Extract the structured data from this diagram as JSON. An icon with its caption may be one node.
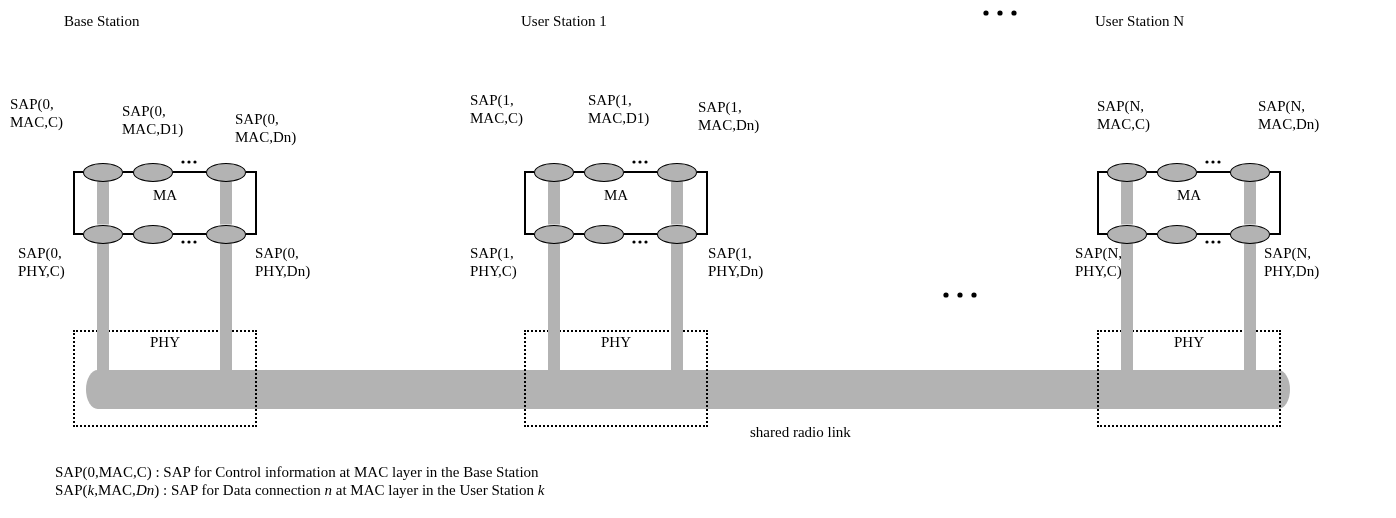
{
  "diagram": {
    "nodes": [
      {
        "text": [],
        "shape": "ellipse",
        "beside": [
          "SAP(0, MAC,C)"
        ]
      },
      {
        "text": [],
        "shape": "ellipse",
        "beside": [
          "SAP(0, MAC,D1)"
        ]
      },
      {
        "text": [],
        "shape": "ellipse",
        "beside": [
          "SAP(0, MAC,Dn)"
        ]
      },
      {
        "text": [],
        "shape": "ellipse",
        "beside": [
          "SAP(0, PHY,C)"
        ]
      },
      {
        "text": [],
        "shape": "ellipse"
      },
      {
        "text": [],
        "shape": "ellipse",
        "beside": [
          "SAP(0, PHY,Dn)"
        ]
      },
      {
        "text": [
          "PHY"
        ]
      },
      {
        "text": [],
        "shape": "ellipse",
        "beside": [
          "SAP(1, MAC,C)"
        ]
      },
      {
        "text": [],
        "shape": "ellipse",
        "beside": [
          "SAP(1, MAC,D1)"
        ]
      },
      {
        "text": [],
        "shape": "ellipse",
        "beside": [
          "SAP(1, MAC,Dn)"
        ]
      },
      {
        "text": [],
        "shape": "ellipse",
        "beside": [
          "SAP(1, PHY,C)"
        ]
      },
      {
        "text": [],
        "shape": "ellipse"
      },
      {
        "text": [],
        "shape": "ellipse",
        "beside": [
          "SAP(1, PHY,Dn)"
        ]
      },
      {
        "text": [
          "PHY"
        ]
      },
      {
        "text": [],
        "shape": "ellipse",
        "beside": [
          "SAP(N, MAC,C)"
        ]
      },
      {
        "text": [],
        "shape": "ellipse"
      },
      {
        "text": [],
        "shape": "ellipse",
        "beside": [
          "SAP(N, MAC,Dn)"
        ]
      },
      {
        "text": [],
        "shape": "ellipse",
        "beside": [
          "SAP(N, PHY,C)"
        ]
      },
      {
        "text": [],
        "shape": "ellipse"
      },
      {
        "text": [],
        "shape": "ellipse",
        "beside": [
          "SAP(N, PHY,Dn)"
        ]
      },
      {
        "text": [
          "PHY"
        ]
      },
      {
        "text": [],
        "shape": "bar",
        "beside": [
          "shared radio link"
        ]
      }
    ],
    "edges": [
      {
        "from": 0,
        "to": 3,
        "arrow": "none"
      },
      {
        "from": 2,
        "to": 5,
        "arrow": "none"
      },
      {
        "from": 3,
        "to": 6,
        "arrow": "none"
      },
      {
        "from": 5,
        "to": 6,
        "arrow": "none"
      },
      {
        "from": 7,
        "to": 10,
        "arrow": "none"
      },
      {
        "from": 9,
        "to": 12,
        "arrow": "none"
      },
      {
        "from": 10,
        "to": 13,
        "arrow": "none"
      },
      {
        "from": 12,
        "to": 13,
        "arrow": "none"
      },
      {
        "from": 14,
        "to": 17,
        "arrow": "none"
      },
      {
        "from": 16,
        "to": 19,
        "arrow": "none"
      },
      {
        "from": 17,
        "to": 20,
        "arrow": "none"
      },
      {
        "from": 19,
        "to": 20,
        "arrow": "none"
      }
    ],
    "labels": [
      "Base Station",
      "User Station 1",
      "User Station N",
      "MA",
      "MA",
      "MA",
      "SAP(0,MAC,C) : SAP for Control information at MAC layer in the Base Station",
      "SAP(*k*,MAC,*Dn*) : SAP for Data connection *n* at MAC layer in the User Station *k*"
    ]
  }
}
